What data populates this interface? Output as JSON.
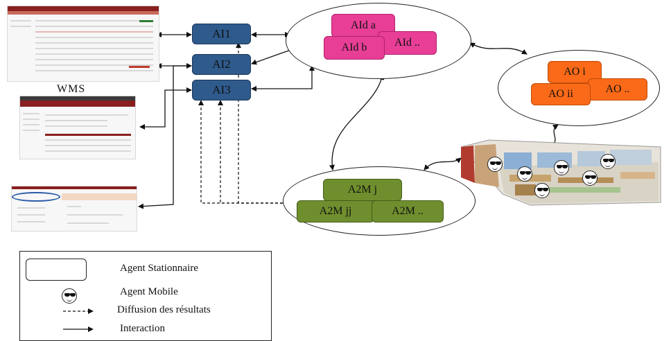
{
  "wms_label": "WMS",
  "interface_agents": [
    "AI1",
    "AI2",
    "AI3"
  ],
  "data_agents": {
    "a": "AId a",
    "b": "AId b",
    "more": "AId .."
  },
  "order_agents": {
    "i": "AO i",
    "ii": "AO ii",
    "more": "AO .."
  },
  "mobile_agents": {
    "j": "A2M  j",
    "jj": "A2M  jj",
    "more": "A2M  .."
  },
  "legend": {
    "stationary": "Agent Stationnaire",
    "mobile": "Agent Mobile",
    "diffusion": "Diffusion des résultats",
    "interaction": "Interaction"
  },
  "colors": {
    "ai": "#2f5a8c",
    "aid": "#e83e96",
    "ao": "#fb6a18",
    "a2m": "#6f8f2e"
  },
  "icons": [
    "mobile-agent-icon",
    "warehouse-image",
    "wms-screenshot"
  ]
}
